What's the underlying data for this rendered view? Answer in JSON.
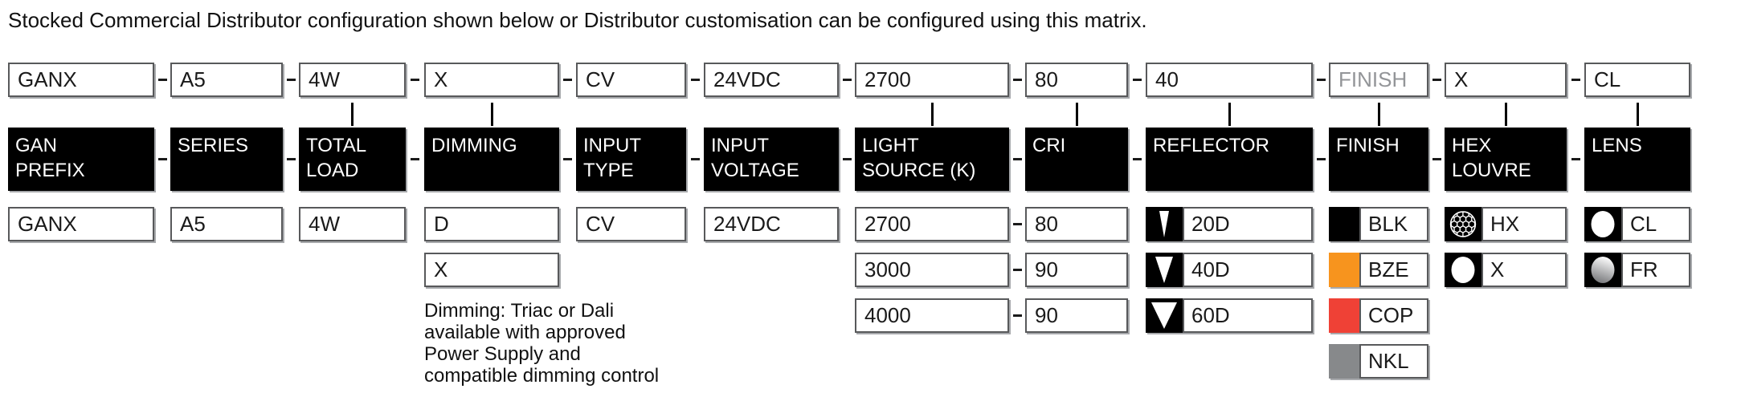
{
  "title": "Stocked Commercial Distributor configuration shown below or Distributor customisation can be configured using this matrix.",
  "part_number": [
    "GANX",
    "A5",
    "4W",
    "X",
    "CV",
    "24VDC",
    "2700",
    "80",
    "40",
    "FINISH",
    "X",
    "CL"
  ],
  "headers": [
    "GAN\nPREFIX",
    "SERIES",
    "TOTAL\nLOAD",
    "DIMMING",
    "INPUT\nTYPE",
    "INPUT\nVOLTAGE",
    "LIGHT\nSOURCE (K)",
    "CRI",
    "REFLECTOR",
    "FINISH",
    "HEX\nLOUVRE",
    "LENS"
  ],
  "options": {
    "gan_prefix": [
      "GANX"
    ],
    "series": [
      "A5"
    ],
    "total_load": [
      "4W"
    ],
    "dimming": [
      "D",
      "X"
    ],
    "input_type": [
      "CV"
    ],
    "input_voltage": [
      "24VDC"
    ],
    "light_source": [
      "2700",
      "3000",
      "4000"
    ],
    "cri": [
      "80",
      "90",
      "90"
    ],
    "reflector": [
      {
        "code": "20D",
        "icon": "beam-angle-20d-icon"
      },
      {
        "code": "40D",
        "icon": "beam-angle-40d-icon"
      },
      {
        "code": "60D",
        "icon": "beam-angle-60d-icon"
      }
    ],
    "finish": [
      {
        "code": "BLK",
        "color": "#000000"
      },
      {
        "code": "BZE",
        "color": "#F7941E"
      },
      {
        "code": "COP",
        "color": "#EF4136"
      },
      {
        "code": "NKL",
        "color": "#87898B"
      }
    ],
    "hex_louvre": [
      {
        "code": "HX",
        "icon": "hex-mesh-icon"
      },
      {
        "code": "X",
        "icon": "plain-circle-icon"
      }
    ],
    "lens": [
      {
        "code": "CL",
        "icon": "clear-circle-icon"
      },
      {
        "code": "FR",
        "icon": "frosted-circle-icon"
      }
    ]
  },
  "dimming_note": "Dimming: Triac or Dali\navailable with approved\nPower Supply and\ncompatible dimming control",
  "colors": {
    "box_border": "#58595B",
    "box_shadow": "#A7A9AC",
    "muted_finish_text": "#939598",
    "bronze": "#F7941E",
    "copper": "#EF4136",
    "nickel": "#87898B"
  }
}
